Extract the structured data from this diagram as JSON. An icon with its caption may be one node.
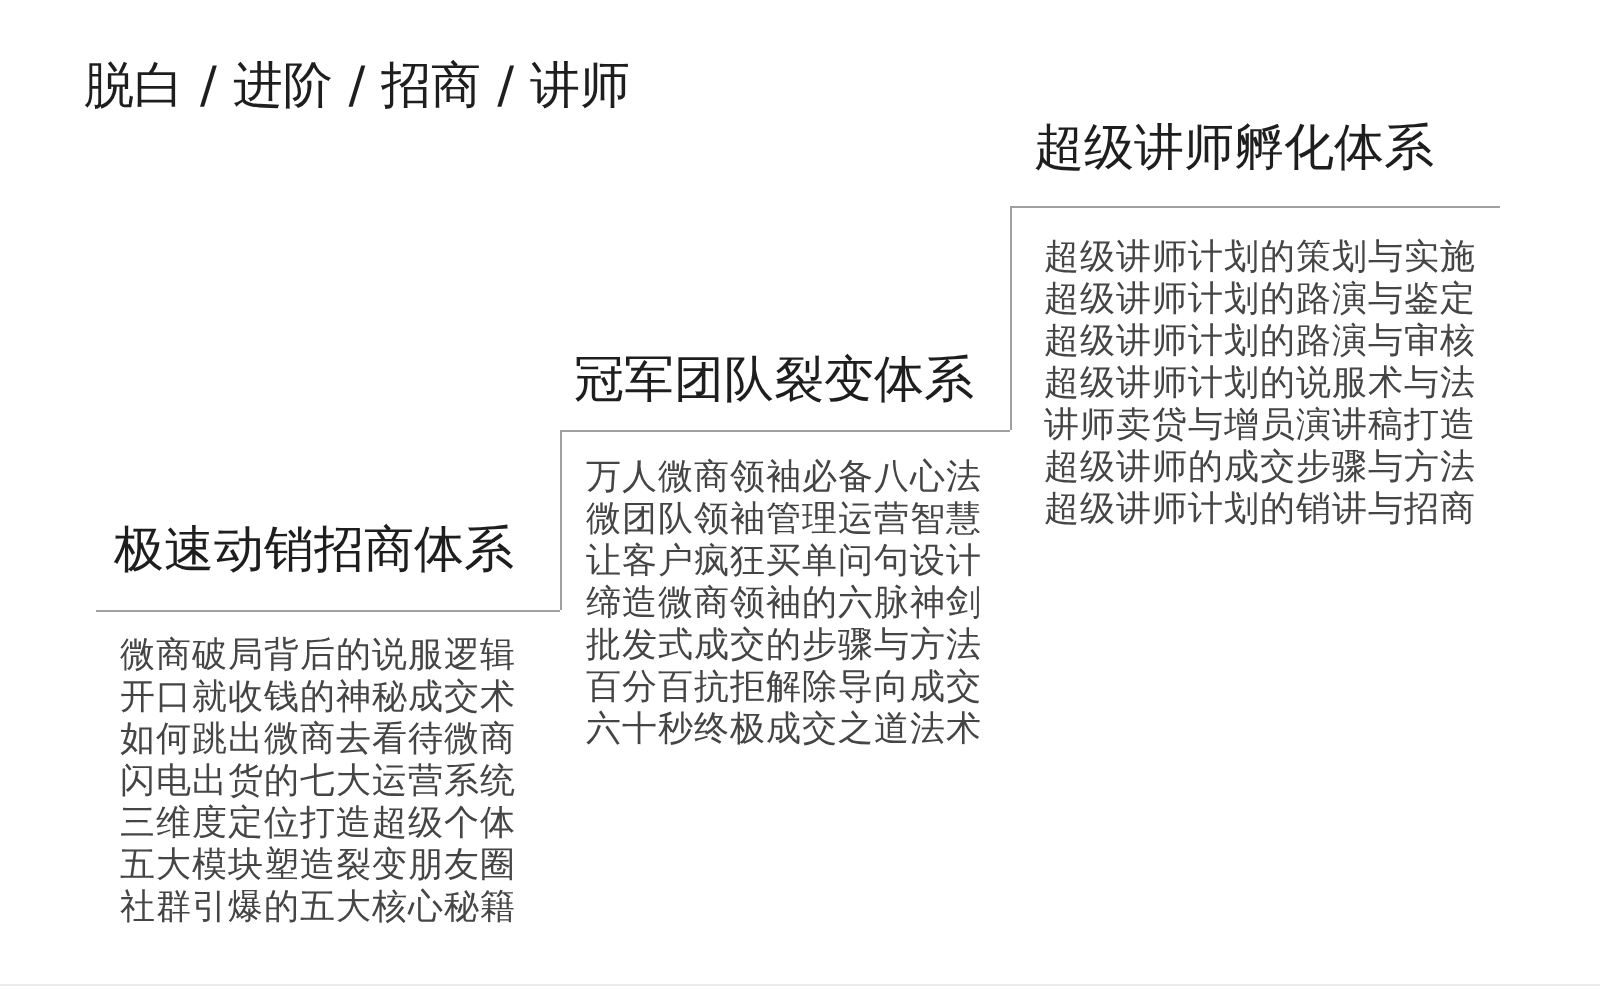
{
  "diagram": {
    "title": "脱白 / 进阶 / 招商 / 讲师",
    "nodes": [
      {
        "text": [
          "极速动销招商体系",
          "微商破局背后的说服逻辑",
          "开口就收钱的神秘成交术",
          "如何跳出微商去看待微商",
          "闪电出货的七大运营系统",
          "三维度定位打造超级个体",
          "五大模块塑造裂变朋友圈",
          "社群引爆的五大核心秘籍"
        ]
      },
      {
        "text": [
          "冠军团队裂变体系",
          "万人微商领袖必备八心法",
          "微团队领袖管理运营智慧",
          "让客户疯狂买单问句设计",
          "缔造微商领袖的六脉神剑",
          "批发式成交的步骤与方法",
          "百分百抗拒解除导向成交",
          "六十秒终极成交之道法术"
        ]
      },
      {
        "text": [
          "超级讲师孵化体系",
          "超级讲师计划的策划与实施",
          "超级讲师计划的路演与鉴定",
          "超级讲师计划的路演与审核",
          "超级讲师计划的说服术与法",
          "讲师卖贷与增员演讲稿打造",
          "超级讲师的成交步骤与方法",
          "超级讲师计划的销讲与招商"
        ]
      }
    ]
  }
}
